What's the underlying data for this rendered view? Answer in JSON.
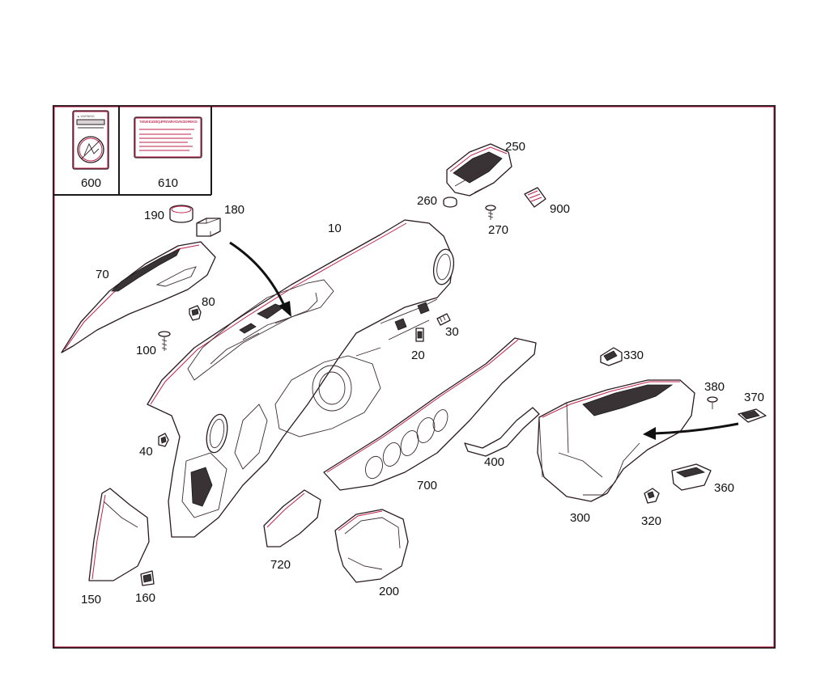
{
  "labels": {
    "label_600": {
      "number": "600",
      "header_text": "▲ WARNING"
    },
    "label_610": {
      "number": "610",
      "title_text": "THIS VEHICLE IS EQUIPPED WITH ADVANCED AIR BAGS"
    }
  },
  "callouts": [
    {
      "id": "10",
      "text": "10"
    },
    {
      "id": "20",
      "text": "20"
    },
    {
      "id": "30",
      "text": "30"
    },
    {
      "id": "40",
      "text": "40"
    },
    {
      "id": "70",
      "text": "70"
    },
    {
      "id": "80",
      "text": "80"
    },
    {
      "id": "100",
      "text": "100"
    },
    {
      "id": "150",
      "text": "150"
    },
    {
      "id": "160",
      "text": "160"
    },
    {
      "id": "180",
      "text": "180"
    },
    {
      "id": "190",
      "text": "190"
    },
    {
      "id": "200",
      "text": "200"
    },
    {
      "id": "250",
      "text": "250"
    },
    {
      "id": "260",
      "text": "260"
    },
    {
      "id": "270",
      "text": "270"
    },
    {
      "id": "300",
      "text": "300"
    },
    {
      "id": "320",
      "text": "320"
    },
    {
      "id": "330",
      "text": "330"
    },
    {
      "id": "360",
      "text": "360"
    },
    {
      "id": "370",
      "text": "370"
    },
    {
      "id": "380",
      "text": "380"
    },
    {
      "id": "400",
      "text": "400"
    },
    {
      "id": "700",
      "text": "700"
    },
    {
      "id": "720",
      "text": "720"
    },
    {
      "id": "900",
      "text": "900"
    }
  ],
  "colors": {
    "line": "#2a1a1f",
    "accent": "#c0204a",
    "frame": "#1a1a1a"
  }
}
